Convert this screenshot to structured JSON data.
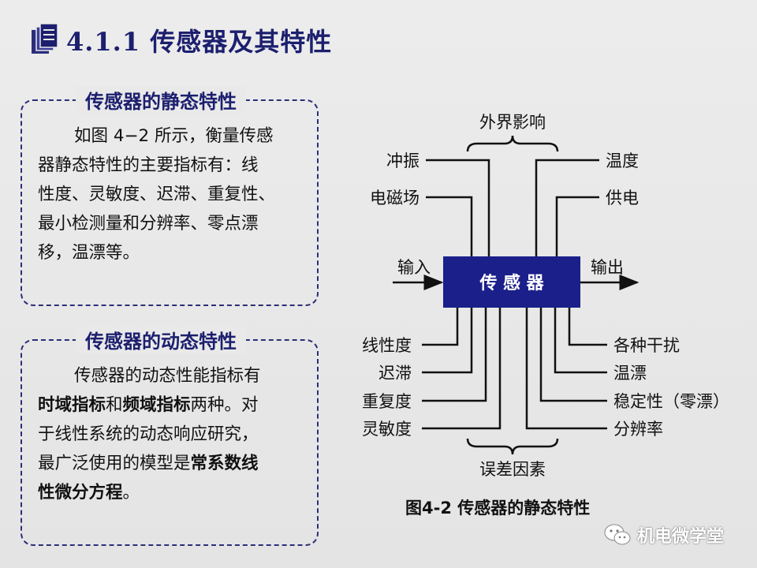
{
  "title": "4.1.1 传感器及其特性",
  "static_panel": {
    "heading": "传感器的静态特性",
    "lines": [
      "如图 4−2 所示，衡量传感",
      "器静态特性的主要指标有：线",
      "性度、灵敏度、迟滞、重复性、",
      "最小检测量和分辨率、零点漂",
      "移，温漂等。"
    ]
  },
  "dynamic_panel": {
    "heading": "传感器的动态特性",
    "line1": "传感器的动态性能指标有",
    "line2_b1": "时域指标",
    "line2_t1": "和",
    "line2_b2": "频域指标",
    "line2_t2": "两种。对",
    "line3": "于线性系统的动态响应研究，",
    "line4_t": "最广泛使用的模型是",
    "line4_b": "常系数线",
    "line5_b": "性微分方程",
    "line5_t": "。"
  },
  "diagram": {
    "top_label": "外界影响",
    "bottom_label": "误差因素",
    "center_label": "传 感 器",
    "input_label": "输入",
    "output_label": "输出",
    "upper_left": [
      "冲振",
      "电磁场"
    ],
    "upper_right": [
      "温度",
      "供电"
    ],
    "lower_left": [
      "线性度",
      "迟滞",
      "重复度",
      "灵敏度"
    ],
    "lower_right": [
      "各种干扰",
      "温漂",
      "稳定性（零漂）",
      "分辨率"
    ],
    "box_color": "#1b1f8a"
  },
  "caption": "图4-2  传感器的静态特性",
  "watermark": "机电微学堂"
}
